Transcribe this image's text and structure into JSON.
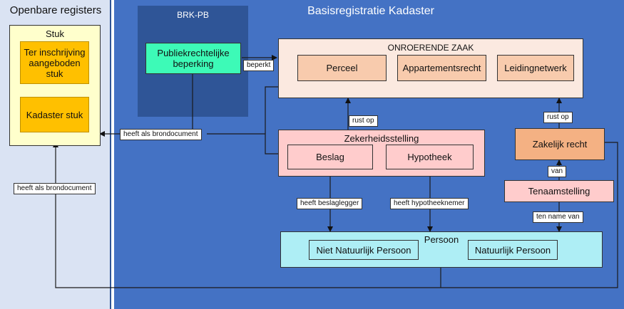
{
  "panels": {
    "left_title": "Openbare registers",
    "main_title": "Basisregistratie Kadaster",
    "brk_pb_title": "BRK-PB"
  },
  "boxes": {
    "stuk": "Stuk",
    "ter_inschrijving": "Ter inschrijving aangeboden stuk",
    "kadaster_stuk": "Kadaster stuk",
    "publiekrechtelijke_beperking": "Publiekrechtelijke beperking",
    "onroerende_zaak": "ONROERENDE ZAAK",
    "perceel": "Perceel",
    "appartementsrecht": "Appartementsrecht",
    "leidingnetwerk": "Leidingnetwerk",
    "zekerheidsstelling": "Zekerheidsstelling",
    "beslag": "Beslag",
    "hypotheek": "Hypotheek",
    "zakelijk_recht": "Zakelijk recht",
    "tenaamstelling": "Tenaamstelling",
    "persoon": "Persoon",
    "niet_natuurlijk_persoon": "Niet Natuurlijk Persoon",
    "natuurlijk_persoon": "Natuurlijk Persoon"
  },
  "relations": {
    "beperkt": "beperkt",
    "heeft_als_brondocument_1": "heeft als brondocument",
    "heeft_als_brondocument_2": "heeft als brondocument",
    "rust_op_1": "rust op",
    "rust_op_2": "rust op",
    "van": "van",
    "heeft_beslaglegger": "heeft beslaglegger",
    "heeft_hypotheeknemer": "heeft hypotheeknemer",
    "ten_name_van": "ten name van"
  },
  "colors": {
    "panel_left": "#dae3f3",
    "panel_main": "#4472c4",
    "panel_brk": "#2f5597",
    "stuk": "#ffffcc",
    "stuk_inner": "#ffc000",
    "beperking": "#3dfab7",
    "onroerende_zaak": "#fbe9e0",
    "onroerende_inner": "#f8cbad",
    "zekerheid": "#ffcccc",
    "zakelijk_recht": "#f4b183",
    "persoon": "#aeeef5"
  }
}
